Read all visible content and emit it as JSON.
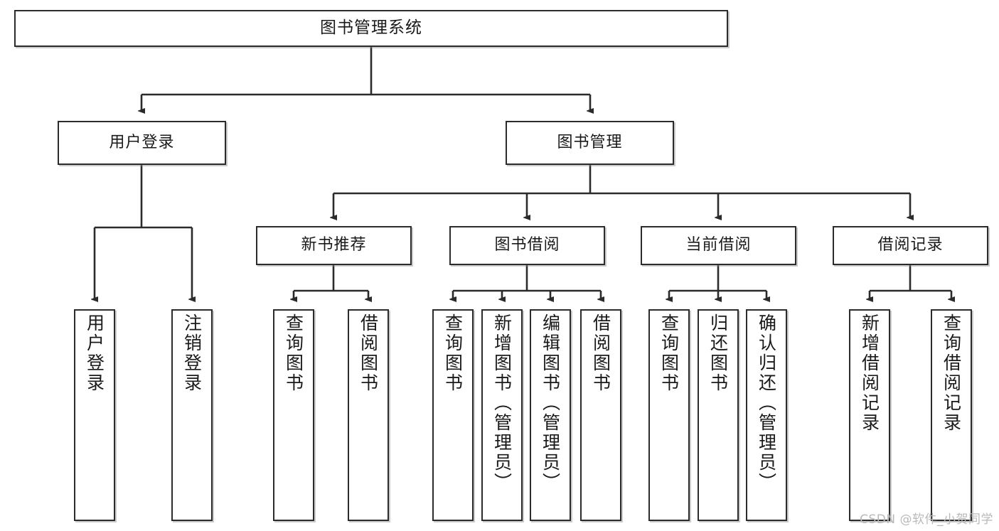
{
  "diagram": {
    "type": "tree",
    "title": "图书管理系统",
    "watermark": "CSDN @软件_小贺同学",
    "colors": {
      "stroke": "#2b2b2b",
      "fill": "#ffffff",
      "text": "#1a1a1a",
      "watermark": "#b9b9b9"
    },
    "nodes": {
      "root": {
        "label": "图书管理系统"
      },
      "level2": [
        {
          "id": "user-login",
          "label": "用户登录"
        },
        {
          "id": "book-manage",
          "label": "图书管理"
        }
      ],
      "level3": [
        {
          "id": "new-book-recommend",
          "label": "新书推荐"
        },
        {
          "id": "book-borrow",
          "label": "图书借阅"
        },
        {
          "id": "current-borrow",
          "label": "当前借阅"
        },
        {
          "id": "borrow-record",
          "label": "借阅记录"
        }
      ],
      "leaves": [
        {
          "id": "leaf-user-login",
          "label": "用户登录",
          "parent": "user-login"
        },
        {
          "id": "leaf-logout",
          "label": "注销登录",
          "parent": "user-login"
        },
        {
          "id": "leaf-query-book-1",
          "label": "查询图书",
          "parent": "new-book-recommend"
        },
        {
          "id": "leaf-borrow-book-1",
          "label": "借阅图书",
          "parent": "new-book-recommend"
        },
        {
          "id": "leaf-query-book-2",
          "label": "查询图书",
          "parent": "book-borrow"
        },
        {
          "id": "leaf-add-book",
          "label": "新增图书（管理员）",
          "parent": "book-borrow"
        },
        {
          "id": "leaf-edit-book",
          "label": "编辑图书（管理员）",
          "parent": "book-borrow"
        },
        {
          "id": "leaf-borrow-book-2",
          "label": "借阅图书",
          "parent": "book-borrow"
        },
        {
          "id": "leaf-query-book-3",
          "label": "查询图书",
          "parent": "current-borrow"
        },
        {
          "id": "leaf-return-book",
          "label": "归还图书",
          "parent": "current-borrow"
        },
        {
          "id": "leaf-confirm-return",
          "label": "确认归还（管理员）",
          "parent": "current-borrow"
        },
        {
          "id": "leaf-add-record",
          "label": "新增借阅记录",
          "parent": "borrow-record"
        },
        {
          "id": "leaf-query-record",
          "label": "查询借阅记录",
          "parent": "borrow-record"
        }
      ]
    }
  }
}
